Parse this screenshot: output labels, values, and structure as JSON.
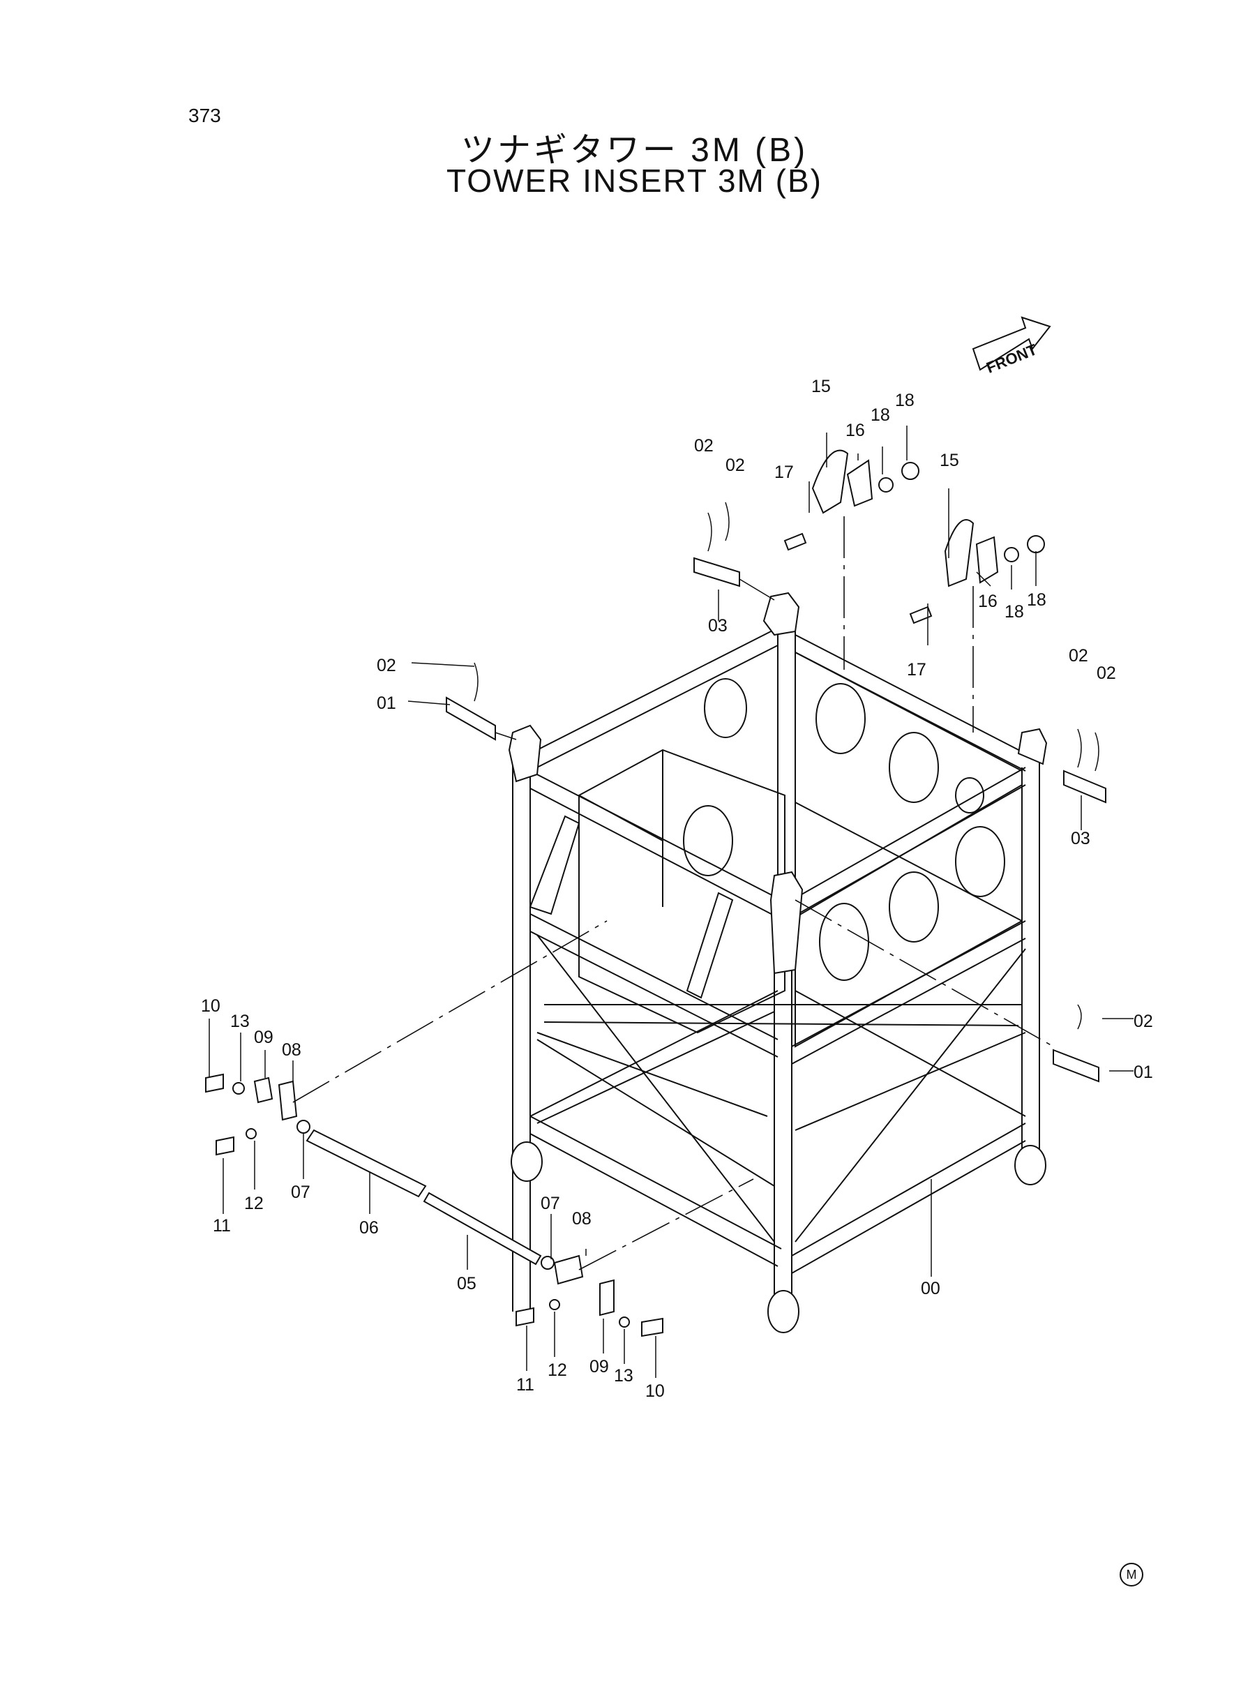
{
  "page_number": "373",
  "title_jp": "ツナギタワー  3M  (B)",
  "title_en": "TOWER  INSERT  3M  (B)",
  "front_label": "FRONT",
  "corner_mark": "M",
  "callouts": {
    "c00": "00",
    "c01a": "01",
    "c01b": "01",
    "c02a": "02",
    "c02b": "02",
    "c02c": "02",
    "c02d": "02",
    "c02e": "02",
    "c02f": "02",
    "c03a": "03",
    "c03b": "03",
    "c05": "05",
    "c06": "06",
    "c07a": "07",
    "c07b": "07",
    "c08a": "08",
    "c08b": "08",
    "c09a": "09",
    "c09b": "09",
    "c10a": "10",
    "c10b": "10",
    "c11a": "11",
    "c11b": "11",
    "c12a": "12",
    "c12b": "12",
    "c13a": "13",
    "c13b": "13",
    "c15a": "15",
    "c15b": "15",
    "c16a": "16",
    "c16b": "16",
    "c17a": "17",
    "c17b": "17",
    "c18a": "18",
    "c18b": "18",
    "c18c": "18",
    "c18d": "18"
  }
}
